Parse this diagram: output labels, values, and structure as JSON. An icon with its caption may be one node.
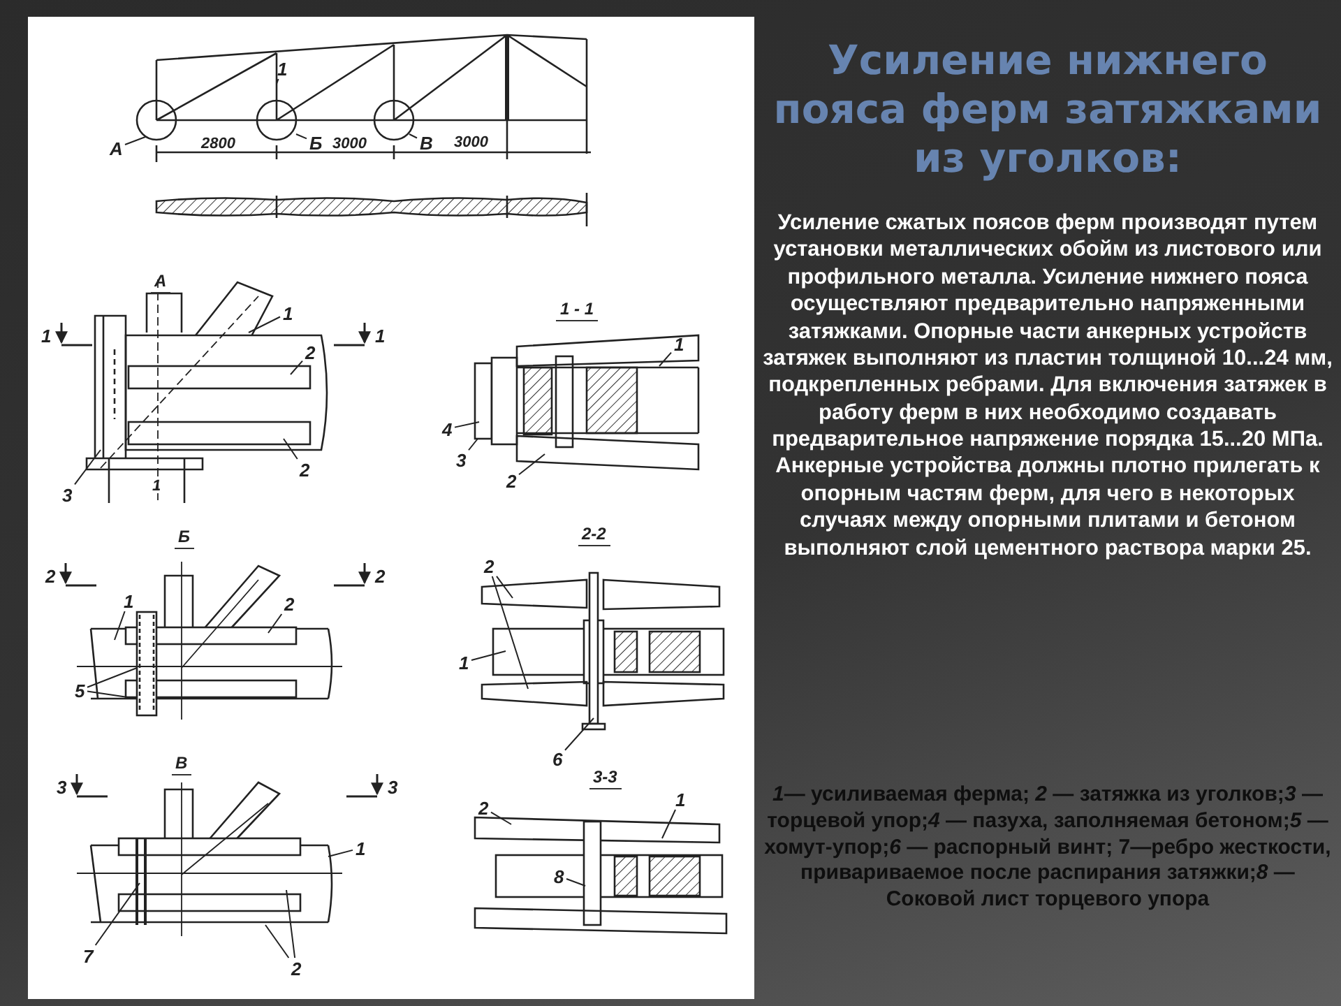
{
  "diagram": {
    "title": "Усиление нижнего пояса ферм затяжками из уголков:",
    "nodes": [
      {
        "text": [
          "1"
        ]
      },
      {
        "text": [
          "А"
        ]
      },
      {
        "text": [
          "Б"
        ]
      },
      {
        "text": [
          "В"
        ]
      },
      {
        "text": [
          "1"
        ]
      },
      {
        "text": [
          "2"
        ]
      },
      {
        "text": [
          "2"
        ]
      },
      {
        "text": [
          "3"
        ]
      },
      {
        "text": [
          "1"
        ]
      },
      {
        "text": [
          "4"
        ]
      },
      {
        "text": [
          "3"
        ]
      },
      {
        "text": [
          "2"
        ]
      },
      {
        "text": [
          "1"
        ]
      },
      {
        "text": [
          "2"
        ]
      },
      {
        "text": [
          "5"
        ]
      },
      {
        "text": [
          "2"
        ]
      },
      {
        "text": [
          "1"
        ]
      },
      {
        "text": [
          "6"
        ]
      },
      {
        "text": [
          "1"
        ]
      },
      {
        "text": [
          "2"
        ]
      },
      {
        "text": [
          "7"
        ]
      },
      {
        "text": [
          "2"
        ]
      },
      {
        "text": [
          "1"
        ]
      },
      {
        "text": [
          "8"
        ]
      }
    ],
    "edges": [
      {
        "from": 0,
        "to": null,
        "arrow": "none"
      },
      {
        "from": 1,
        "to": null,
        "arrow": "none"
      },
      {
        "from": 2,
        "to": null,
        "arrow": "none"
      },
      {
        "from": 3,
        "to": null,
        "arrow": "none"
      },
      {
        "from": 4,
        "to": null,
        "arrow": "none"
      },
      {
        "from": 5,
        "to": null,
        "arrow": "none"
      },
      {
        "from": 6,
        "to": null,
        "arrow": "none"
      },
      {
        "from": 7,
        "to": null,
        "arrow": "none"
      },
      {
        "from": 8,
        "to": null,
        "arrow": "none"
      },
      {
        "from": 9,
        "to": null,
        "arrow": "none"
      },
      {
        "from": 10,
        "to": null,
        "arrow": "none"
      },
      {
        "from": 11,
        "to": null,
        "arrow": "none"
      },
      {
        "from": 12,
        "to": null,
        "arrow": "none"
      },
      {
        "from": 13,
        "to": null,
        "arrow": "none"
      },
      {
        "from": 14,
        "to": null,
        "arrow": "none"
      },
      {
        "from": 14,
        "to": null,
        "arrow": "none"
      },
      {
        "from": 15,
        "to": null,
        "arrow": "none"
      },
      {
        "from": 15,
        "to": null,
        "arrow": "none"
      },
      {
        "from": 16,
        "to": null,
        "arrow": "none"
      },
      {
        "from": 17,
        "to": null,
        "arrow": "none"
      },
      {
        "from": 18,
        "to": null,
        "arrow": "none"
      },
      {
        "from": 19,
        "to": null,
        "arrow": "none"
      },
      {
        "from": 19,
        "to": null,
        "arrow": "none"
      },
      {
        "from": 20,
        "to": null,
        "arrow": "none"
      },
      {
        "from": 21,
        "to": null,
        "arrow": "none"
      },
      {
        "from": 22,
        "to": null,
        "arrow": "none"
      },
      {
        "from": 23,
        "to": null,
        "arrow": "none"
      }
    ],
    "labels": [
      "2800",
      "3000",
      "3000",
      "А",
      "1",
      "1",
      "1",
      "1 - 1",
      "Б",
      "2",
      "2",
      "2-2",
      "В",
      "3",
      "3",
      "3-3",
      "Усиление сжатых поясов ферм производят путем установки металлических обойм из листового или профильного металла. Усиление нижнего пояса осуществляют предварительно напряженными затяжками. Опорные части анкерных устройств затяжек выполняют из пластин толщиной 10...24 мм, подкрепленных ребрами. Для включения затяжек в работу ферм в них необходимо создавать предварительное напряжение порядка 15...20 МПа. Анкерные устройства должны плотно прилегать к опорным частям ферм, для чего в некоторых случаях между опорными плитами и бетоном выполняют слой цементного раствора марки 25.",
      "*1*— усиливаемая ферма; *2* — затяжка из уголков;*3* — торцевой упор;*4* — пазуха, заполняемая бетоном;*5* — хомут-упор;*6* — распорный винт; 7—ребро жесткости, привариваемое после распирания затяжки;*8* — Соковой лист торцевого упора"
    ]
  }
}
